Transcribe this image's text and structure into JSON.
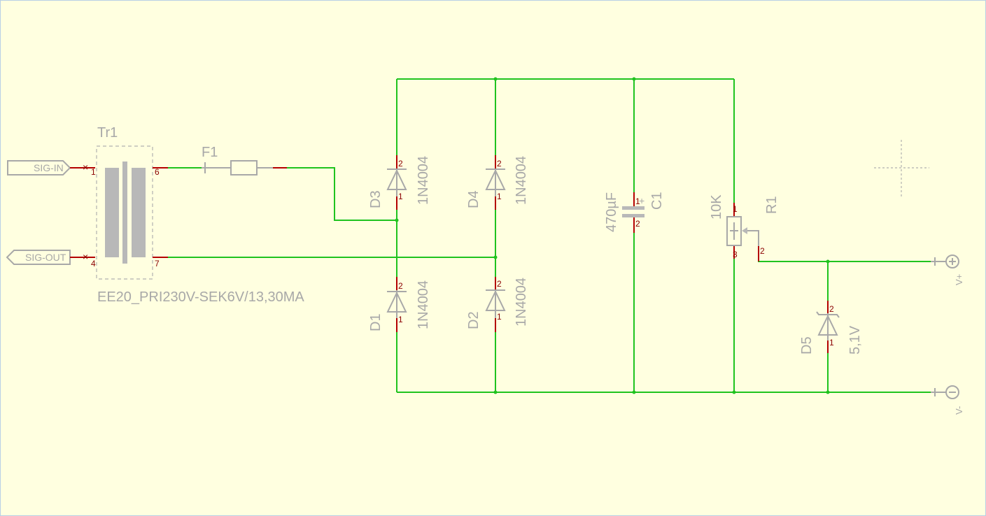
{
  "colors": {
    "background": "#ffffe0",
    "wire": "#1fc31f",
    "pin": "#b40000",
    "symbol": "#a8a8a8"
  },
  "transformer": {
    "name": "Tr1",
    "value": "EE20_PRI230V-SEK6V/13,30MA",
    "pins": {
      "p1": "1",
      "p4": "4",
      "p6": "6",
      "p7": "7"
    }
  },
  "ports": {
    "sig_in": "SIG-IN",
    "sig_out": "SIG-OUT"
  },
  "fuse": {
    "name": "F1"
  },
  "diodes": {
    "d3": {
      "name": "D3",
      "value": "1N4004"
    },
    "d4": {
      "name": "D4",
      "value": "1N4004"
    },
    "d1": {
      "name": "D1",
      "value": "1N4004"
    },
    "d2": {
      "name": "D2",
      "value": "1N4004"
    },
    "d5": {
      "name": "D5",
      "value": "5,1V"
    }
  },
  "capacitor": {
    "name": "C1",
    "value": "470µF",
    "plus": "+"
  },
  "resistor": {
    "name": "R1",
    "value": "10K"
  },
  "pin_numbers": {
    "one": "1",
    "two": "2",
    "three": "3"
  },
  "supply": {
    "vplus": "V+",
    "vminus": "V-"
  }
}
